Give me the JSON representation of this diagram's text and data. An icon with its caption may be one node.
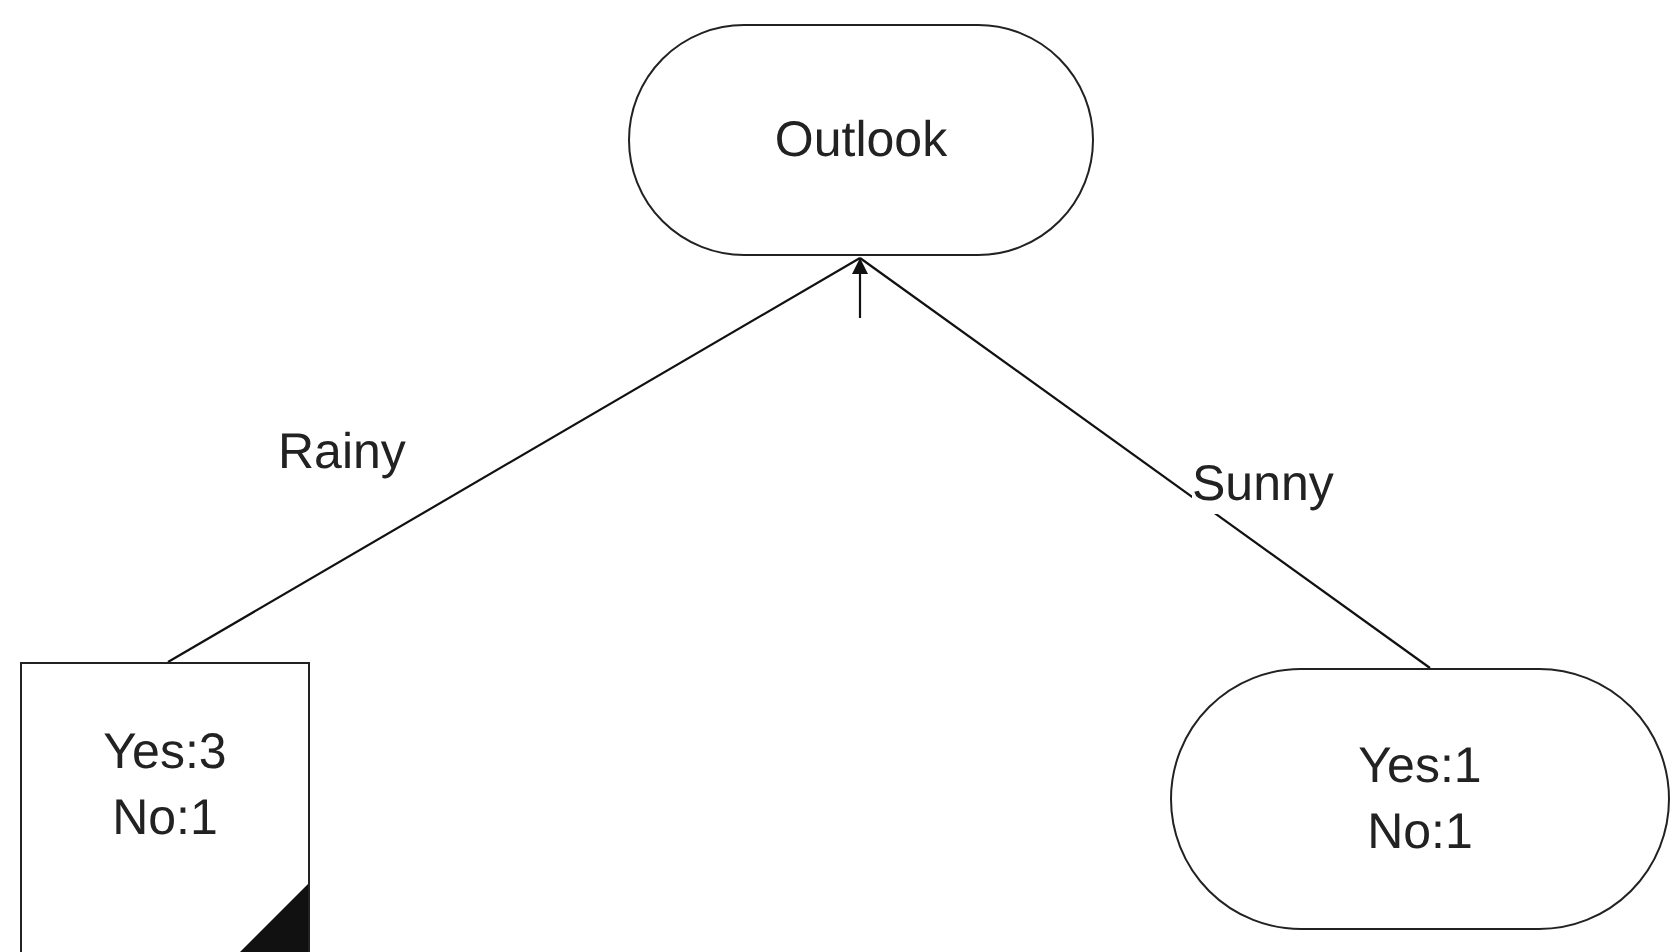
{
  "diagram": {
    "nodes": [
      {
        "text": [
          "Outlook"
        ]
      },
      {
        "text": [
          "Yes:3",
          "No:1"
        ]
      },
      {
        "text": [
          "Yes:1",
          "No:1"
        ]
      }
    ],
    "edges": [
      {
        "from": 0,
        "to": 1,
        "arrow": "none",
        "label": "Rainy"
      },
      {
        "from": 0,
        "to": 2,
        "arrow": "none",
        "label": "Sunny"
      },
      {
        "from": null,
        "to": 0,
        "arrow": "to"
      }
    ]
  }
}
